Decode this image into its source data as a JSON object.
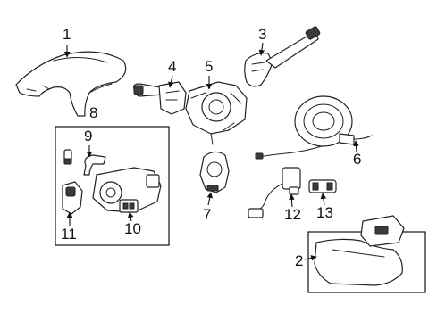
{
  "callouts": {
    "c1": "1",
    "c2": "2",
    "c3": "3",
    "c4": "4",
    "c5": "5",
    "c6": "6",
    "c7": "7",
    "c8": "8",
    "c9": "9",
    "c10": "10",
    "c11": "11",
    "c12": "12",
    "c13": "13"
  }
}
